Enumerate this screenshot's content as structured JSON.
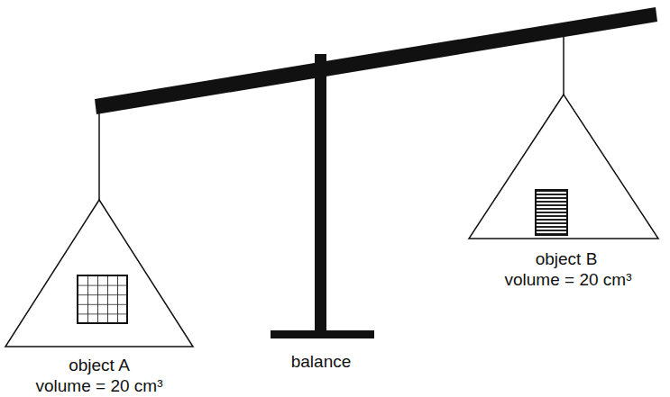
{
  "diagram": {
    "labels": [
      "object A",
      "volume = 20 cm³",
      "balance",
      "object B",
      "volume = 20 cm³"
    ]
  }
}
